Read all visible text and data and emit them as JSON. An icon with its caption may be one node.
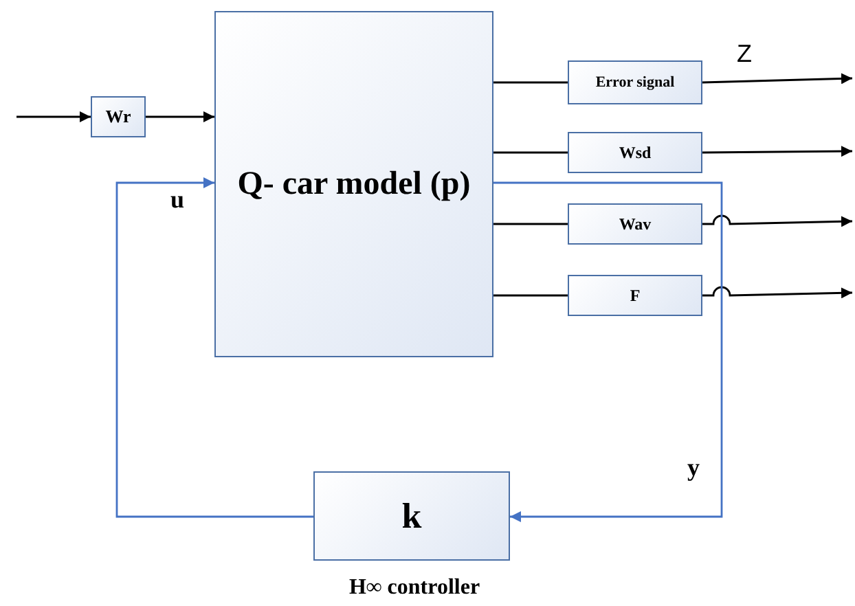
{
  "diagram": {
    "nodes": [
      {
        "text": [
          "Wr"
        ]
      },
      {
        "text": [
          "Q- car model (p)"
        ]
      },
      {
        "text": [
          "Error signal"
        ]
      },
      {
        "text": [
          "Wsd"
        ]
      },
      {
        "text": [
          "Wav"
        ]
      },
      {
        "text": [
          "F"
        ]
      },
      {
        "text": [
          "k"
        ],
        "beside": [
          "H∞ controller"
        ]
      }
    ],
    "edges": [
      {
        "from": null,
        "to": 0,
        "arrow": "to"
      },
      {
        "from": 0,
        "to": 1,
        "arrow": "to"
      },
      {
        "from": 1,
        "to": 2,
        "arrow": "none"
      },
      {
        "from": 1,
        "to": 3,
        "arrow": "none"
      },
      {
        "from": 1,
        "to": 4,
        "arrow": "none"
      },
      {
        "from": 1,
        "to": 5,
        "arrow": "none"
      },
      {
        "from": 2,
        "to": null,
        "arrow": "to"
      },
      {
        "from": 3,
        "to": null,
        "arrow": "to"
      },
      {
        "from": 4,
        "to": null,
        "arrow": "to"
      },
      {
        "from": 5,
        "to": null,
        "arrow": "to"
      },
      {
        "from": 1,
        "to": 6,
        "arrow": "to",
        "label": "y",
        "color": "#4472c4"
      },
      {
        "from": 6,
        "to": 1,
        "arrow": "to",
        "label": "u",
        "color": "#4472c4"
      }
    ],
    "labels": [
      "Z"
    ]
  }
}
